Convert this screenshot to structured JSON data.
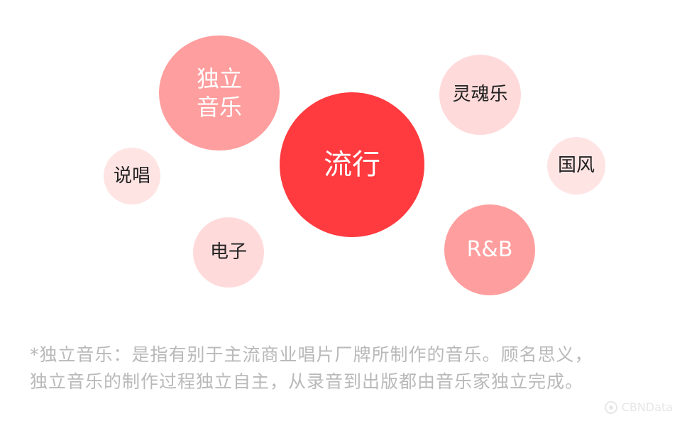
{
  "bubbles": {
    "pop": {
      "label": "流行",
      "fill": "#ff3b3f",
      "text_color": "#ffffff"
    },
    "indie": {
      "label": "独立\n音乐",
      "fill": "#ff9e9e",
      "text_color": "#ffffff"
    },
    "soul": {
      "label": "灵魂乐",
      "fill": "#ffdada",
      "text_color": "#222222"
    },
    "guofeng": {
      "label": "国风",
      "fill": "#ffe4e4",
      "text_color": "#222222"
    },
    "rap": {
      "label": "说唱",
      "fill": "#ffe4e4",
      "text_color": "#222222"
    },
    "electronic": {
      "label": "电子",
      "fill": "#ffdada",
      "text_color": "#222222"
    },
    "rnb": {
      "label": "R&B",
      "fill": "#ff9e9e",
      "text_color": "#ffffff"
    }
  },
  "footnote": {
    "line1": "*独立音乐：是指有别于主流商业唱片厂牌所制作的音乐。顾名思义，",
    "line2": "独立音乐的制作过程独立自主，从录音到出版都由音乐家独立完成。"
  },
  "watermark": {
    "text": "CBNData",
    "icon": "logo-icon"
  }
}
